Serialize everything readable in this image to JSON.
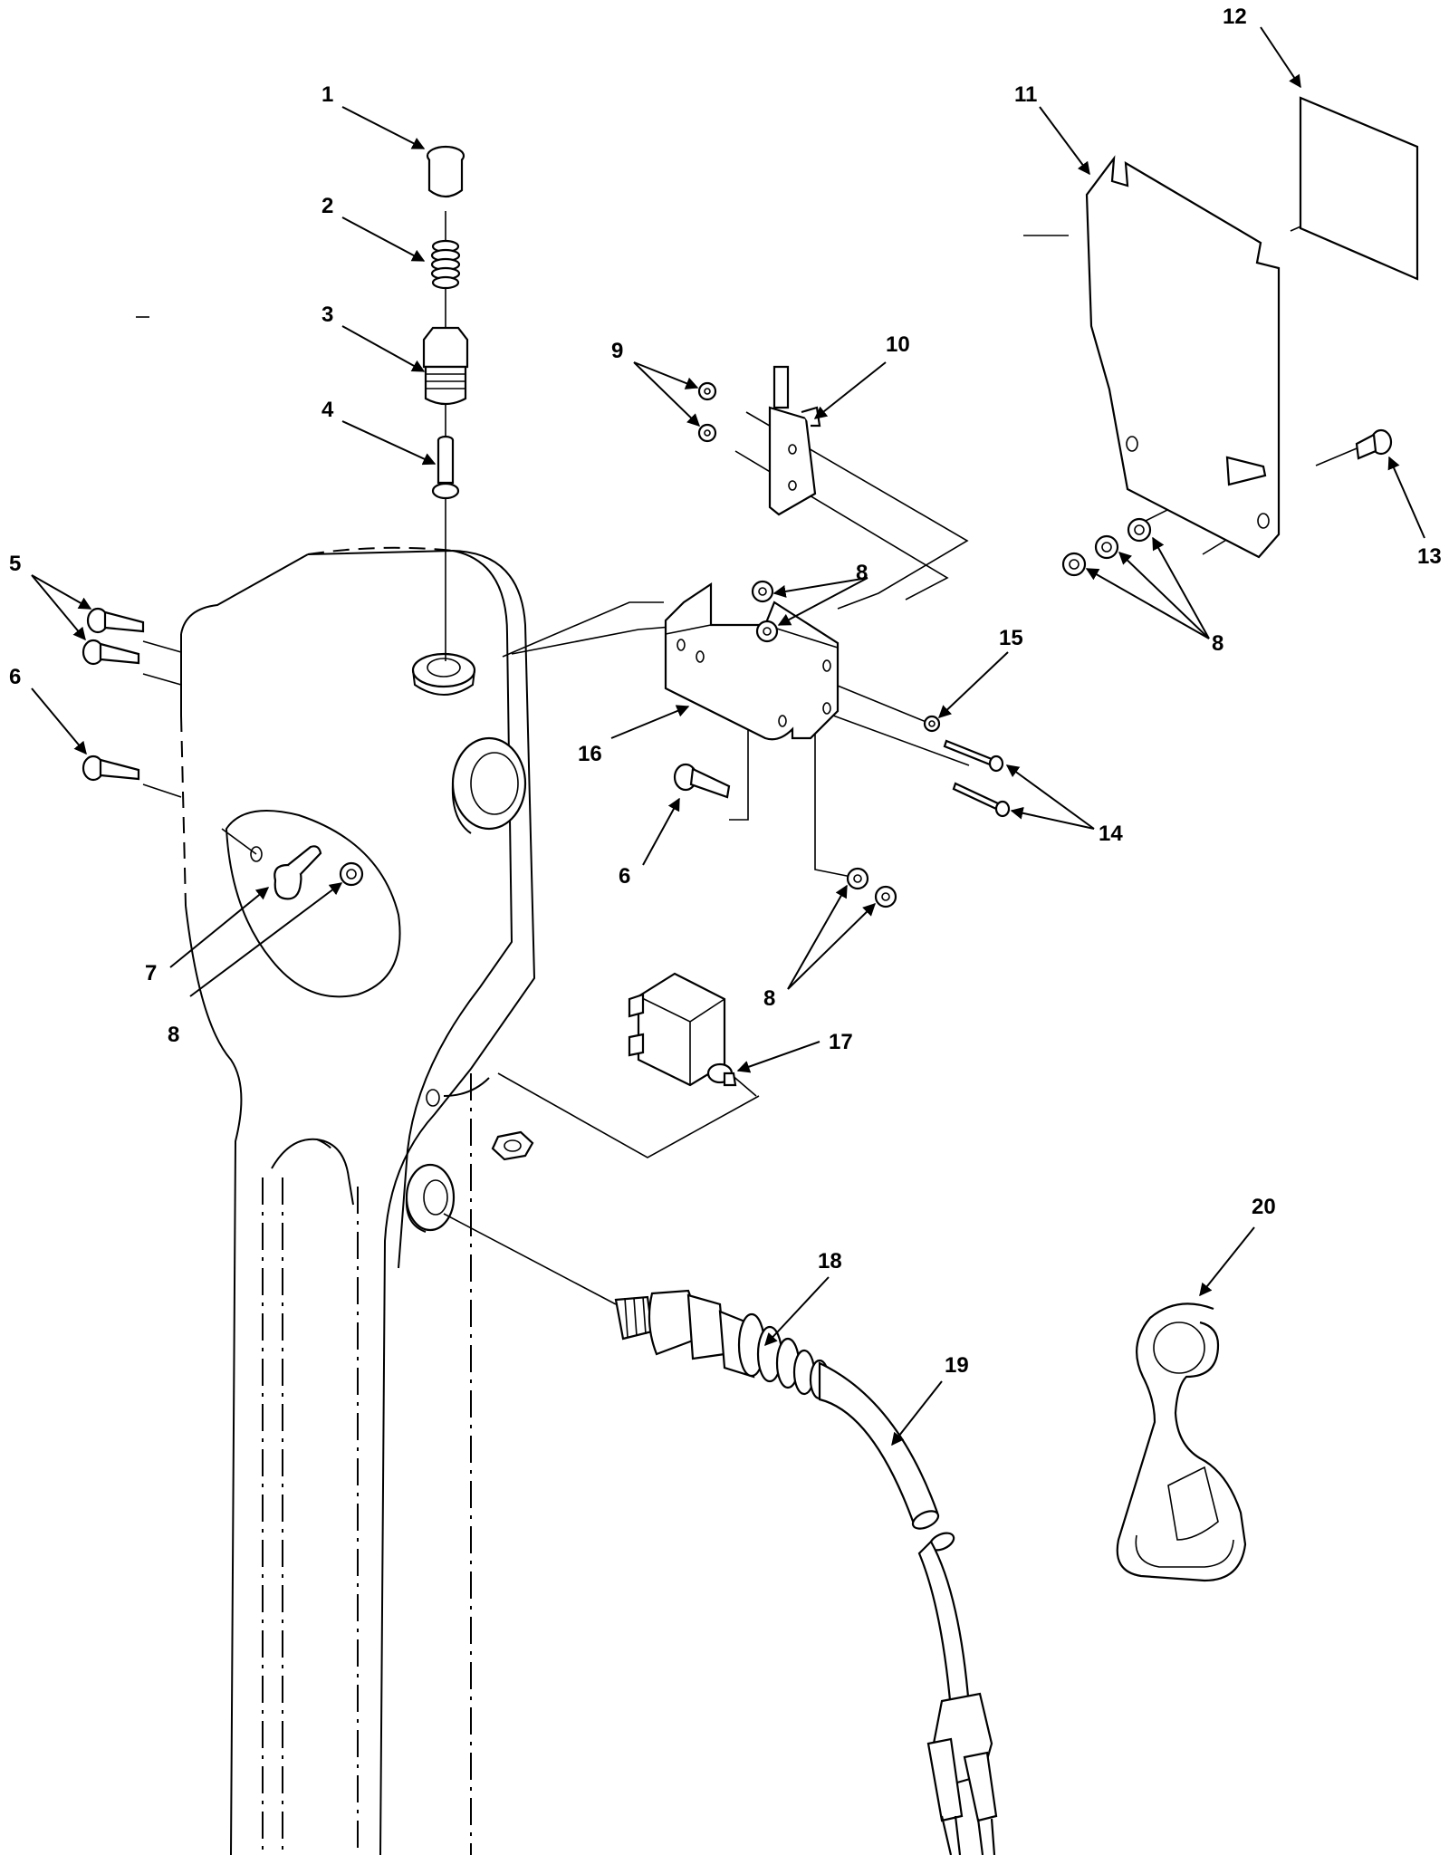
{
  "callouts": [
    {
      "id": "c1",
      "text": "1"
    },
    {
      "id": "c2",
      "text": "2"
    },
    {
      "id": "c3",
      "text": "3"
    },
    {
      "id": "c4",
      "text": "4"
    },
    {
      "id": "c5",
      "text": "5"
    },
    {
      "id": "c6a",
      "text": "6"
    },
    {
      "id": "c6b",
      "text": "6"
    },
    {
      "id": "c7",
      "text": "7"
    },
    {
      "id": "c8a",
      "text": "8"
    },
    {
      "id": "c8b",
      "text": "8"
    },
    {
      "id": "c8c",
      "text": "8"
    },
    {
      "id": "c8d",
      "text": "8"
    },
    {
      "id": "c9",
      "text": "9"
    },
    {
      "id": "c10",
      "text": "10"
    },
    {
      "id": "c11",
      "text": "11"
    },
    {
      "id": "c12",
      "text": "12"
    },
    {
      "id": "c13",
      "text": "13"
    },
    {
      "id": "c14",
      "text": "14"
    },
    {
      "id": "c15",
      "text": "15"
    },
    {
      "id": "c16",
      "text": "16"
    },
    {
      "id": "c17",
      "text": "17"
    },
    {
      "id": "c18",
      "text": "18"
    },
    {
      "id": "c19",
      "text": "19"
    },
    {
      "id": "c20",
      "text": "20"
    }
  ]
}
